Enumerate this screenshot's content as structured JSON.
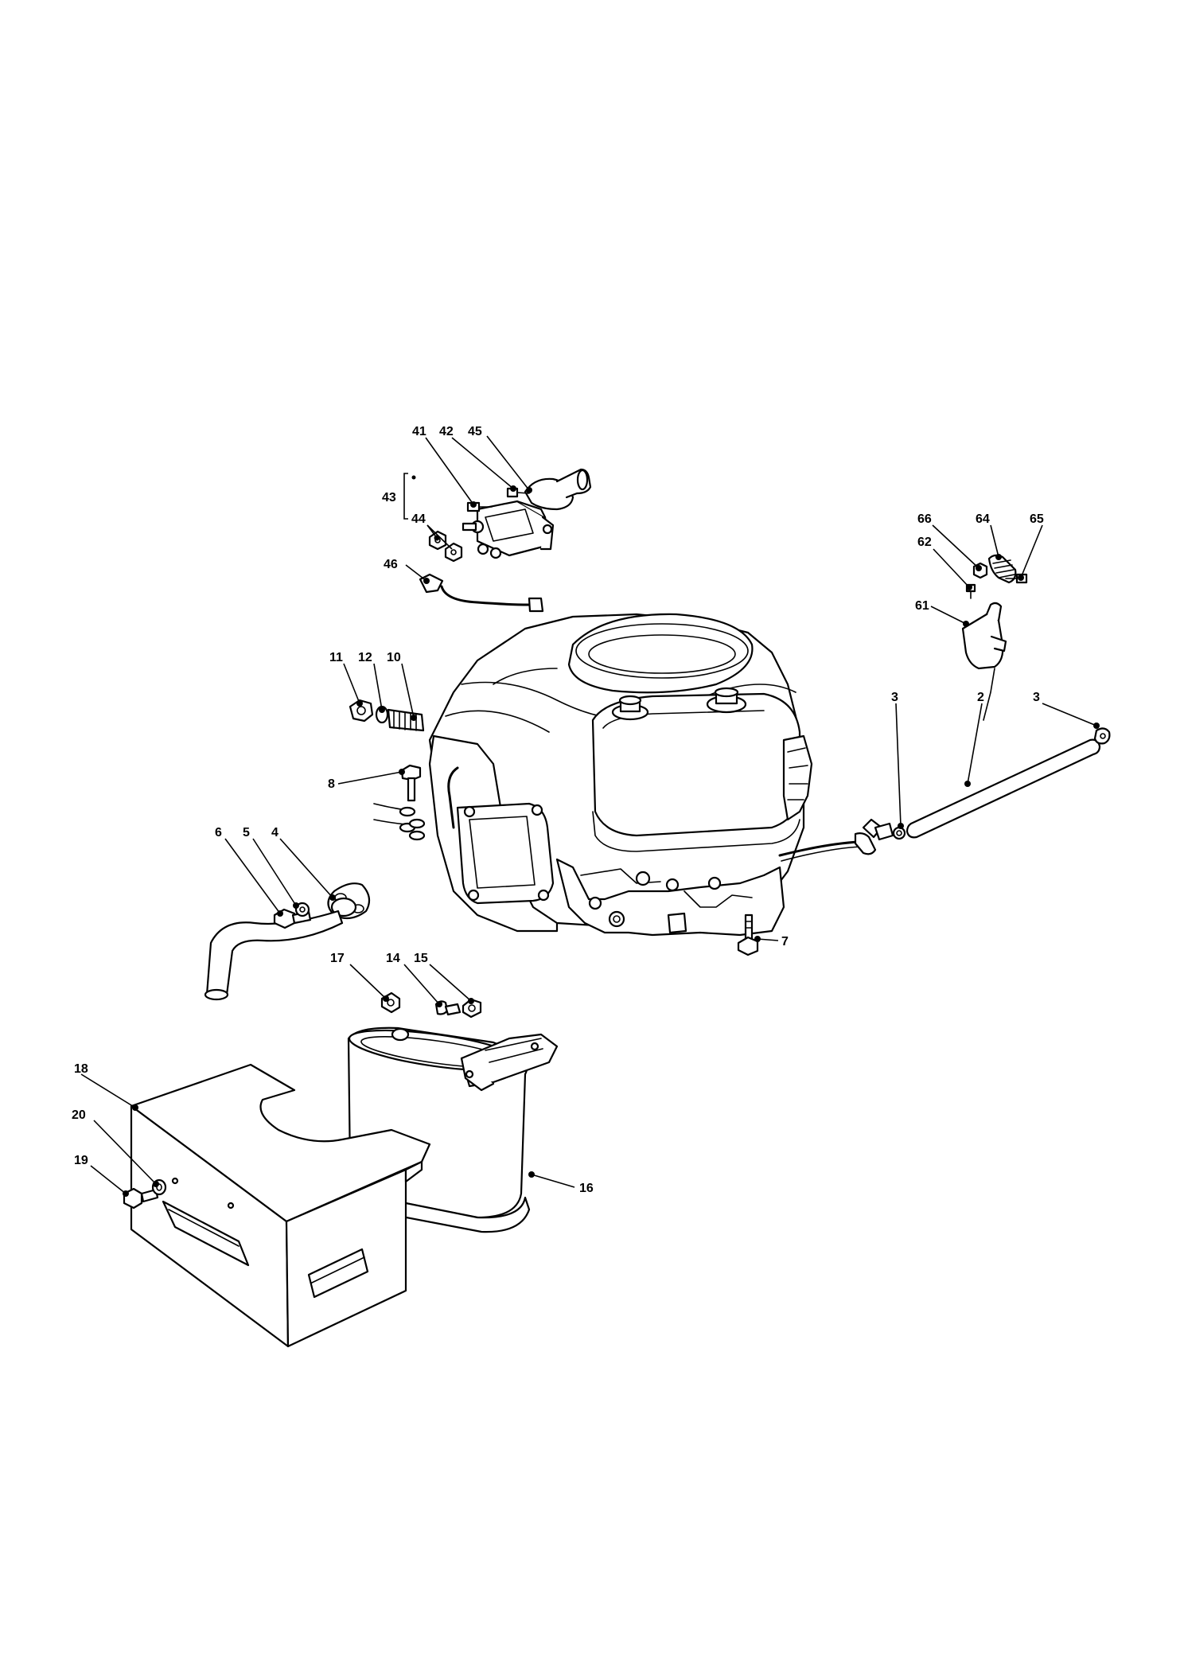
{
  "diagram": {
    "callouts": [
      {
        "id": "41",
        "label": "41"
      },
      {
        "id": "42",
        "label": "42"
      },
      {
        "id": "45",
        "label": "45"
      },
      {
        "id": "43",
        "label": "43"
      },
      {
        "id": "44",
        "label": "44"
      },
      {
        "id": "46",
        "label": "46"
      },
      {
        "id": "66",
        "label": "66"
      },
      {
        "id": "64",
        "label": "64"
      },
      {
        "id": "65",
        "label": "65"
      },
      {
        "id": "62",
        "label": "62"
      },
      {
        "id": "61",
        "label": "61"
      },
      {
        "id": "11",
        "label": "11"
      },
      {
        "id": "12",
        "label": "12"
      },
      {
        "id": "10",
        "label": "10"
      },
      {
        "id": "3a",
        "label": "3"
      },
      {
        "id": "2",
        "label": "2"
      },
      {
        "id": "3b",
        "label": "3"
      },
      {
        "id": "8",
        "label": "8"
      },
      {
        "id": "6",
        "label": "6"
      },
      {
        "id": "5",
        "label": "5"
      },
      {
        "id": "4",
        "label": "4"
      },
      {
        "id": "7",
        "label": "7"
      },
      {
        "id": "17",
        "label": "17"
      },
      {
        "id": "14",
        "label": "14"
      },
      {
        "id": "15",
        "label": "15"
      },
      {
        "id": "18",
        "label": "18"
      },
      {
        "id": "20",
        "label": "20"
      },
      {
        "id": "19",
        "label": "19"
      },
      {
        "id": "16",
        "label": "16"
      }
    ]
  }
}
